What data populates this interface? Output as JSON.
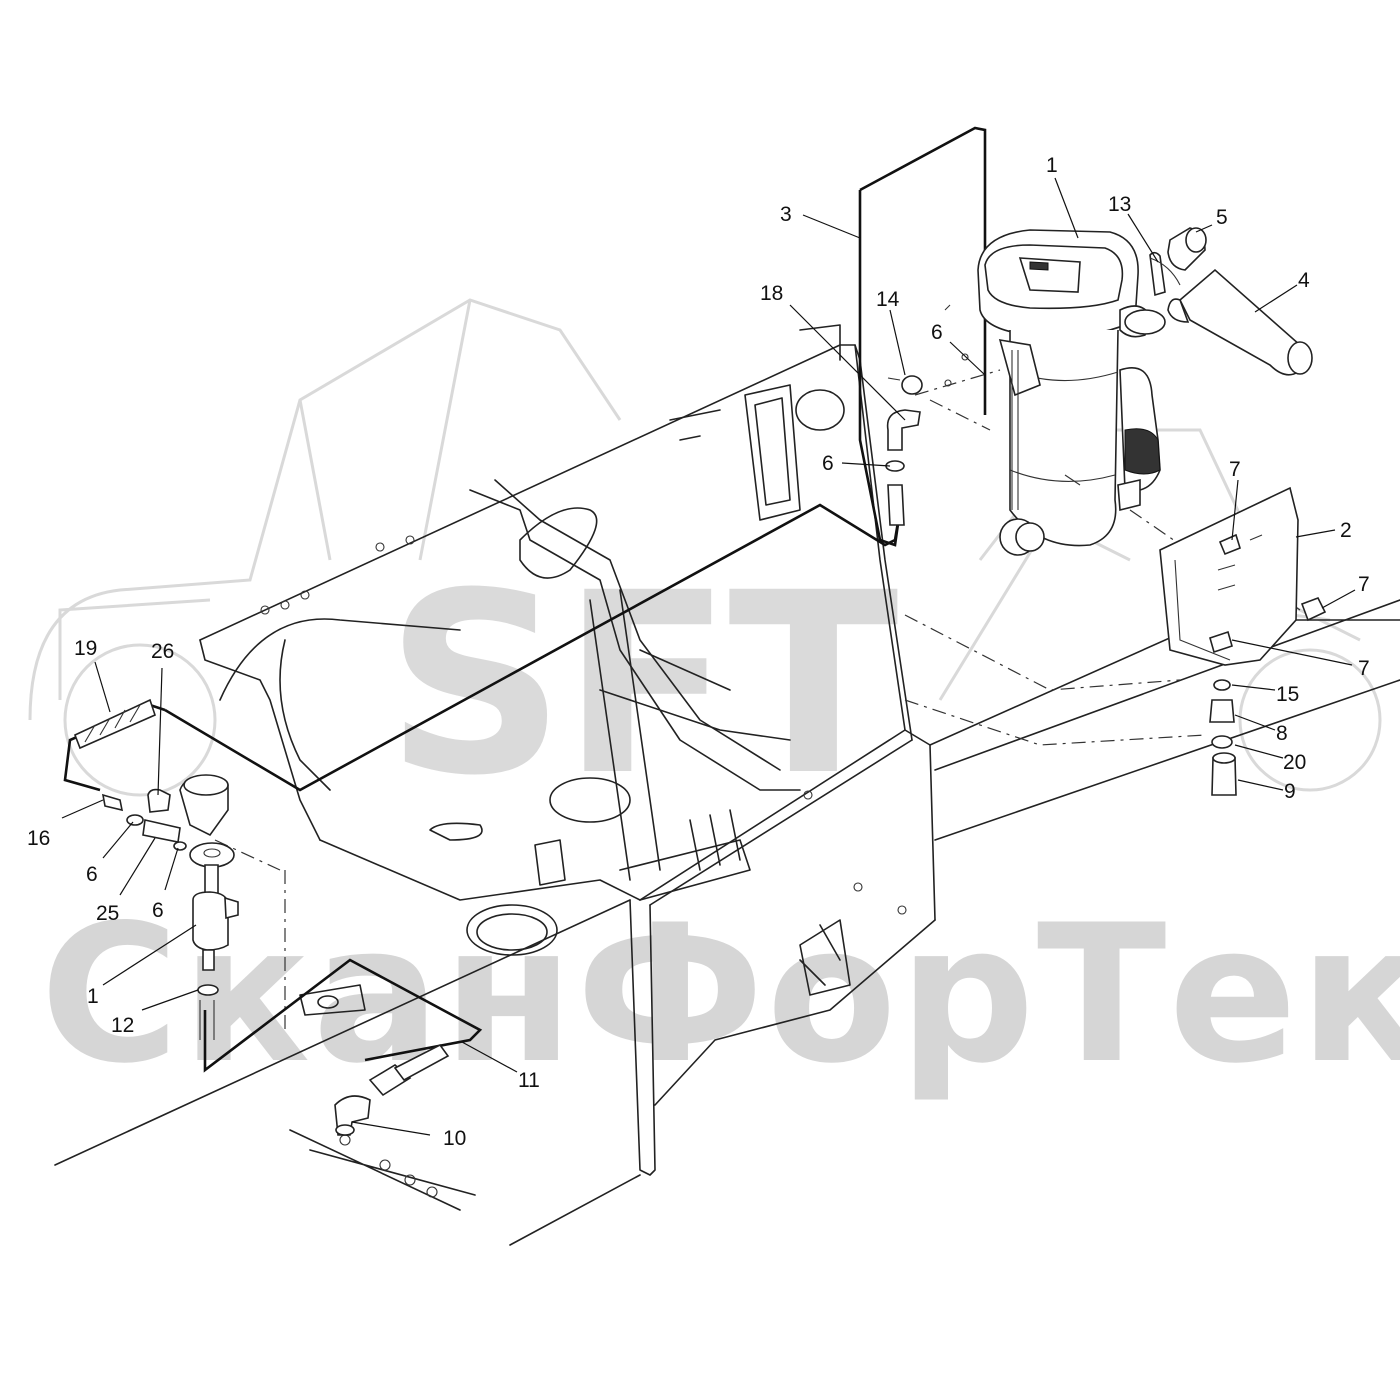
{
  "watermark": {
    "logo_text": "SFT",
    "brand_text": "СканФорТек"
  },
  "callouts": [
    {
      "id": "c1a",
      "text": "1"
    },
    {
      "id": "c13",
      "text": "13"
    },
    {
      "id": "c5",
      "text": "5"
    },
    {
      "id": "c3",
      "text": "3"
    },
    {
      "id": "c4",
      "text": "4"
    },
    {
      "id": "c18",
      "text": "18"
    },
    {
      "id": "c14",
      "text": "14"
    },
    {
      "id": "c6a",
      "text": "6"
    },
    {
      "id": "c6b",
      "text": "6"
    },
    {
      "id": "c7a",
      "text": "7"
    },
    {
      "id": "c2",
      "text": "2"
    },
    {
      "id": "c7b",
      "text": "7"
    },
    {
      "id": "c7c",
      "text": "7"
    },
    {
      "id": "c15",
      "text": "15"
    },
    {
      "id": "c8",
      "text": "8"
    },
    {
      "id": "c20",
      "text": "20"
    },
    {
      "id": "c9",
      "text": "9"
    },
    {
      "id": "c19",
      "text": "19"
    },
    {
      "id": "c26",
      "text": "26"
    },
    {
      "id": "c16",
      "text": "16"
    },
    {
      "id": "c6c",
      "text": "6"
    },
    {
      "id": "c25",
      "text": "25"
    },
    {
      "id": "c6d",
      "text": "6"
    },
    {
      "id": "c1b",
      "text": "1"
    },
    {
      "id": "c12",
      "text": "12"
    },
    {
      "id": "c11",
      "text": "11"
    },
    {
      "id": "c10",
      "text": "10"
    }
  ]
}
